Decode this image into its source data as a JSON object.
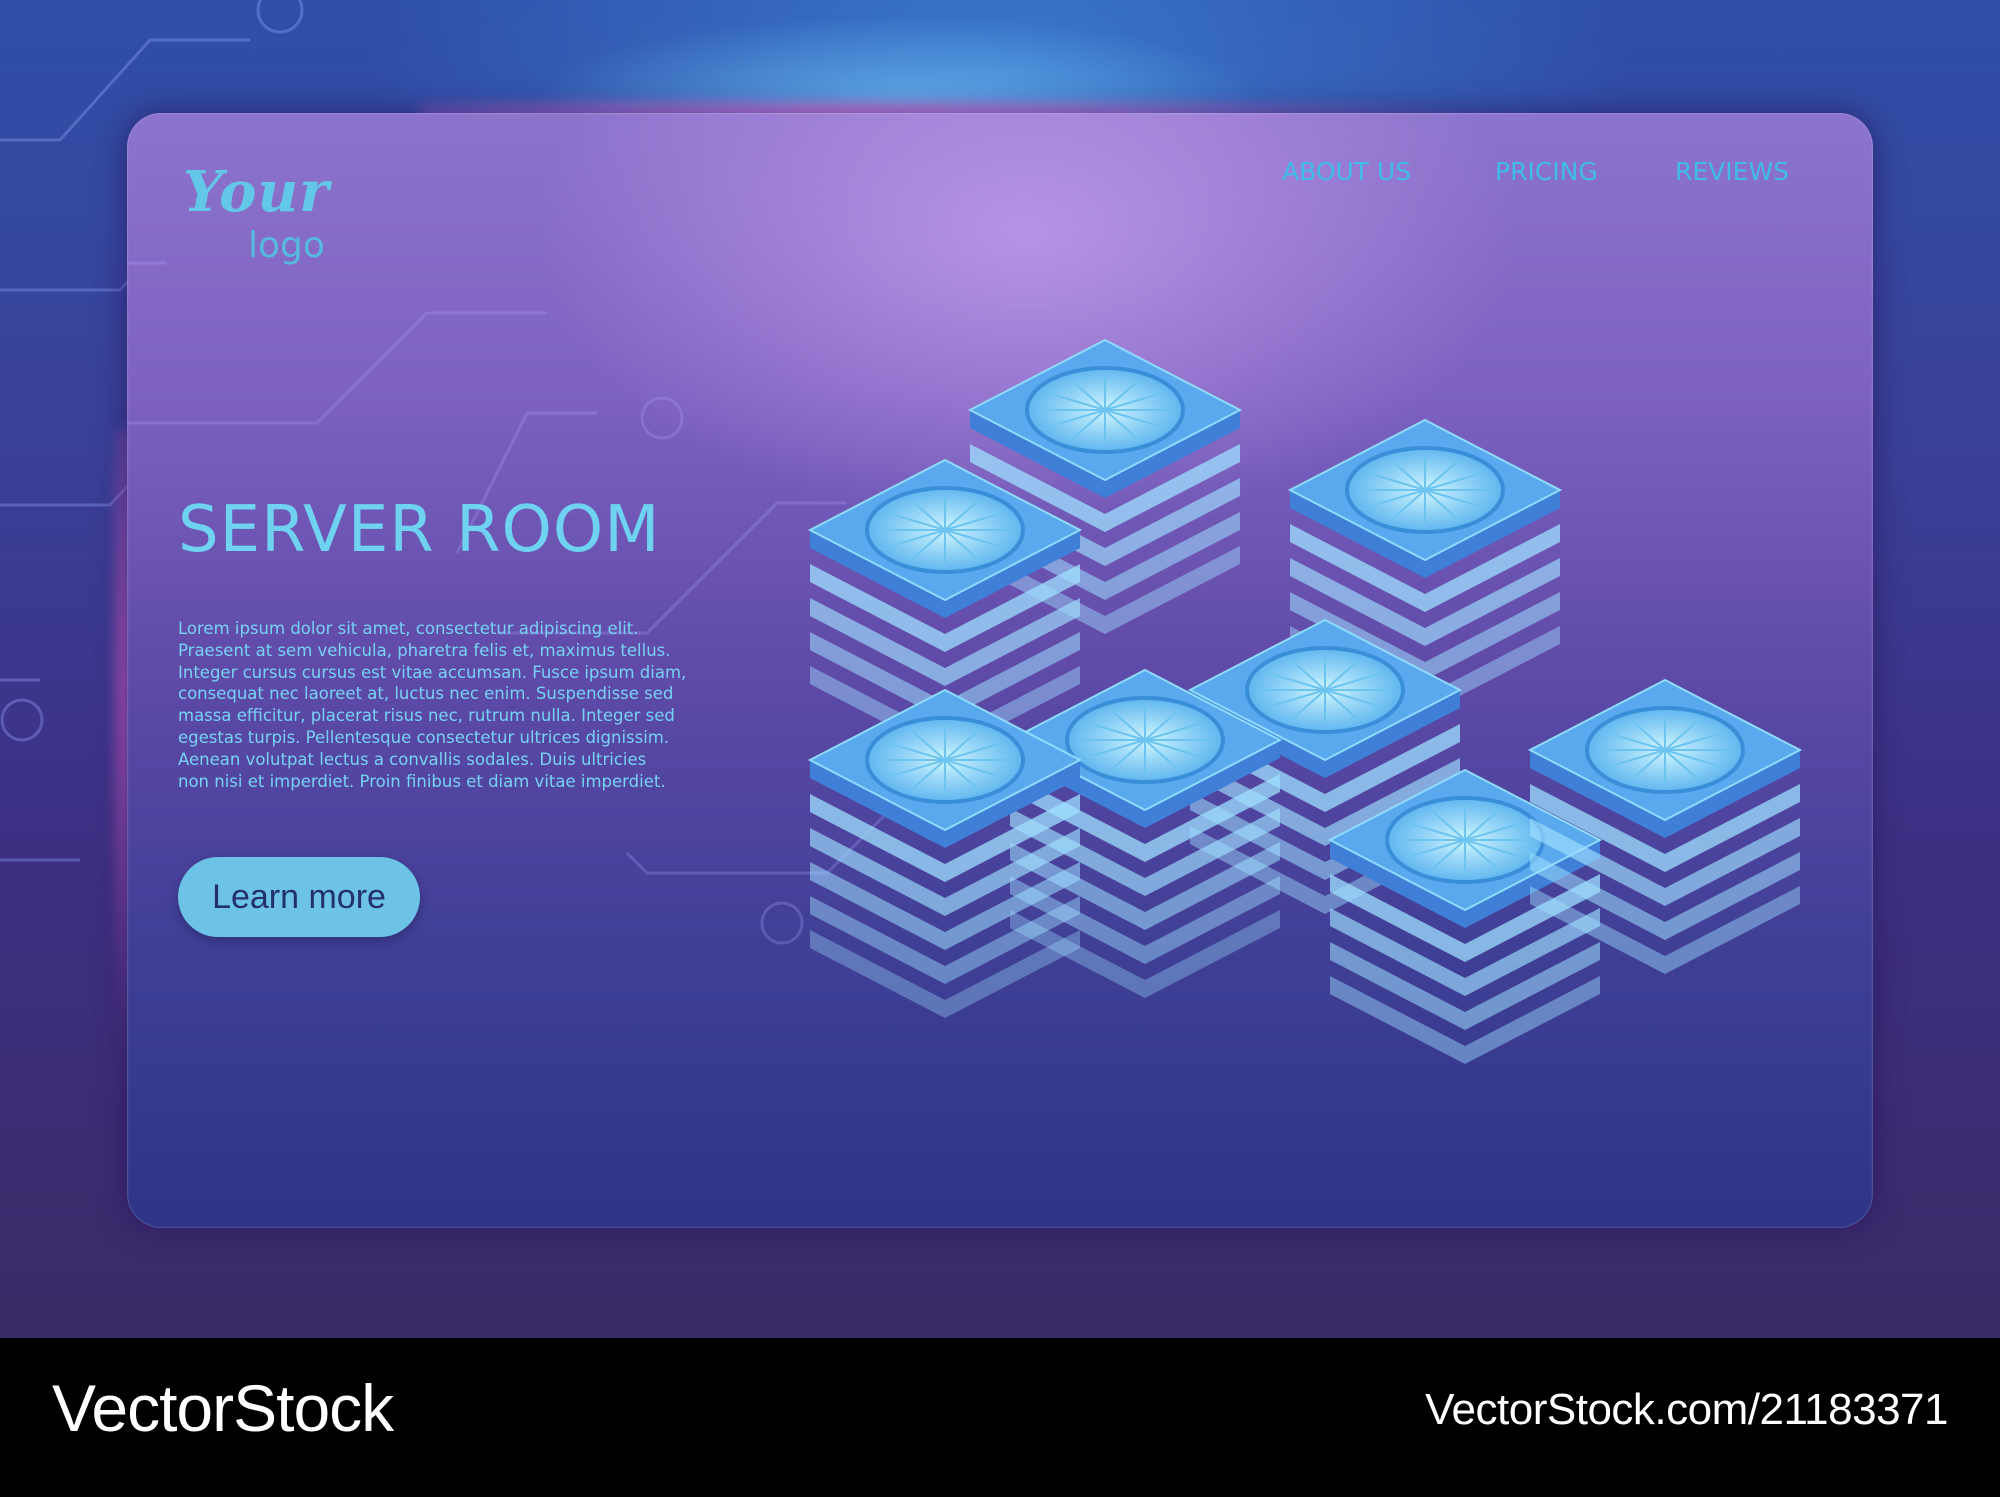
{
  "logo": {
    "script": "Your",
    "sub": "logo"
  },
  "nav": {
    "items": [
      {
        "label": "ABOUT US"
      },
      {
        "label": "PRICING"
      },
      {
        "label": "REVIEWS"
      }
    ]
  },
  "hero": {
    "title": "SERVER ROOM",
    "body_lines": [
      "Lorem ipsum dolor sit amet, consectetur adipiscing elit.",
      "Praesent at sem vehicula, pharetra felis et, maximus tellus.",
      "Integer cursus cursus est vitae accumsan. Fusce ipsum diam,",
      "consequat nec laoreet at, luctus nec enim. Suspendisse sed",
      "massa efficitur, placerat risus nec, rutrum nulla. Integer sed",
      "egestas turpis. Pellentesque consectetur ultrices dignissim.",
      "Aenean volutpat lectus a convallis sodales. Duis ultricies",
      "non nisi et imperdiet. Proin finibus et diam vitae imperdiet."
    ],
    "cta_label": "Learn more"
  },
  "footer": {
    "brand": "VectorStock",
    "url": "VectorStock.com/21183371"
  },
  "colors": {
    "accent": "#6fd2f0",
    "button_bg": "#6cc3e6",
    "button_text": "#23306d",
    "server_top": "#5aa8ee",
    "server_side": "#9fe0ff"
  },
  "icons": {
    "server": "server-fan-icon"
  }
}
